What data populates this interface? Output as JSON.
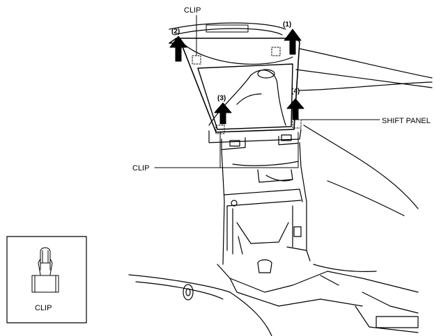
{
  "labels": {
    "clip_top": "CLIP",
    "clip_left": "CLIP",
    "shift_panel": "SHIFT PANEL",
    "inset_clip": "CLIP"
  },
  "steps": [
    "(1)",
    "(2)",
    "(3)",
    "(4)"
  ],
  "colors": {
    "line": "#000000",
    "background": "#ffffff",
    "arrow": "#000000"
  },
  "icons": {
    "removal_arrow": "up-arrow-icon",
    "clip_part": "push-clip-icon"
  }
}
